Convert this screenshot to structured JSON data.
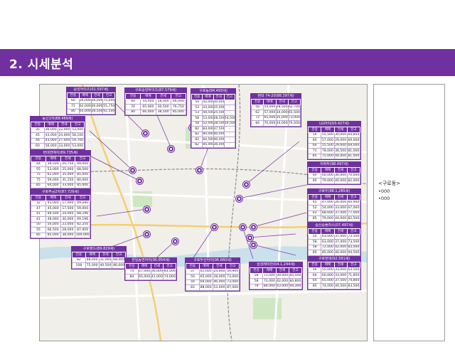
{
  "header": {
    "title": "2. 시세분석",
    "bg": "#7030a0"
  },
  "table_headers": [
    "전용",
    "매매",
    "전세",
    "전고"
  ],
  "colors": {
    "accent": "#7030a0",
    "map_bg": "#f1efe9"
  },
  "callouts": [
    {
      "title": "중앙하이츠(01.597세)",
      "rows": [
        [
          "60",
          "34,000",
          "28,000",
          "75,000"
        ],
        [
          "71",
          "62,000",
          "30,000",
          "55,750"
        ],
        [
          "80",
          "65,000",
          "28,500",
          "92,500"
        ]
      ]
    },
    {
      "title": "구로중앙하이츠(87.579세)",
      "rows": [
        [
          "60",
          "54,000",
          "28,000",
          "66,000"
        ],
        [
          "70",
          "65,000",
          "30,500",
          "76,750"
        ],
        [
          "80",
          "66,000",
          "38,500",
          "85,000"
        ]
      ]
    },
    {
      "title": "구로동(84.493세)",
      "rows": [
        [
          "50",
          "42,000",
          "30,000",
          "-"
        ],
        [
          "53",
          "43,000",
          "25,000",
          "-"
        ],
        [
          "53",
          "44,500",
          "25,500",
          "-"
        ],
        [
          "58",
          "53,000",
          "28,500",
          "54,500"
        ],
        [
          "58",
          "52,000",
          "28,500",
          "54,500"
        ],
        [
          "82",
          "83,000",
          "37,500",
          "-"
        ],
        [
          "82",
          "80,000",
          "40,000",
          "-"
        ],
        [
          "82",
          "84,500",
          "40,000",
          "-"
        ],
        [
          "82",
          "85,000",
          "36,000",
          "-"
        ]
      ]
    },
    {
      "title": "현대 74-20(88.397세)",
      "rows": [
        [
          "56",
          "54,000",
          "28,500",
          "62,700"
        ],
        [
          "62",
          "57,000",
          "34,000",
          "65,500"
        ],
        [
          "72",
          "65,000",
          "35,000",
          "73,000"
        ],
        [
          "84",
          "70,000",
          "34,000",
          "76,500"
        ]
      ]
    },
    {
      "title": "동신1차(88.469세)",
      "rows": [
        [
          "35",
          "36,000",
          "22,000",
          "53,000"
        ],
        [
          "45",
          "43,000",
          "24,000",
          "58,100"
        ],
        [
          "46",
          "43,000",
          "27,000",
          "59,700"
        ],
        [
          "60",
          "56,000",
          "33,000",
          "53,000"
        ]
      ]
    },
    {
      "title": "LG마이(03.427세)",
      "rows": [
        [
          "56",
          "55,500",
          "30,000",
          "64,850"
        ],
        [
          "60",
          "57,000",
          "29,000",
          "69,000"
        ],
        [
          "60",
          "55,500",
          "29,000",
          "69,000"
        ],
        [
          "71",
          "78,000",
          "36,500",
          "81,000"
        ],
        [
          "85",
          "75,000",
          "44,000",
          "81,000"
        ]
      ]
    },
    {
      "title": "현대연예차(89.735세)",
      "rows": [
        [
          "44",
          "39,500",
          "20,750",
          "49,000"
        ],
        [
          "55",
          "53,000",
          "25,000",
          "68,500"
        ],
        [
          "75",
          "62,000",
          "35,000",
          "85,000"
        ],
        [
          "75",
          "59,000",
          "31,250",
          "80,000"
        ],
        [
          "85",
          "64,000",
          "33,000",
          "85,000"
        ]
      ]
    },
    {
      "title": "이화두(98.497세)",
      "rows": [
        [
          "60",
          "60,000",
          "36,000",
          "70,000"
        ],
        [
          "85",
          "79,000",
          "40,000",
          "82,000"
        ]
      ]
    },
    {
      "title": "구로주공2차(87.726세)",
      "rows": [
        [
          "32",
          "41,000",
          "17,000",
          "49,280"
        ],
        [
          "47",
          "45,000",
          "17,500",
          "59,000"
        ],
        [
          "41",
          "49,500",
          "24,000",
          "68,196"
        ],
        [
          "41",
          "48,000",
          "30,000",
          "69,196"
        ],
        [
          "50",
          "54,000",
          "23,000",
          "82,250"
        ],
        [
          "55",
          "66,500",
          "28,000",
          "87,000"
        ],
        [
          "85",
          "85,000",
          "38,000",
          "109,000"
        ]
      ]
    },
    {
      "title": "구로두(98.1,285세)",
      "rows": [
        [
          "45",
          "47,000",
          "26,000",
          "60,900"
        ],
        [
          "52",
          "54,000",
          "33,000",
          "67,000"
        ],
        [
          "63",
          "68,000",
          "37,000",
          "77,000"
        ],
        [
          "85",
          "79,000",
          "44,000",
          "82,500"
        ]
      ]
    },
    {
      "title": "중산중플라스(07.497세)",
      "rows": [
        [
          "50",
          "63,000",
          "37,000",
          "73,500"
        ],
        [
          "58",
          "63,000",
          "37,000",
          "73,500"
        ],
        [
          "58",
          "72,000",
          "42,000",
          "83,000"
        ],
        [
          "85",
          "85,000",
          "46,000",
          "94,500"
        ]
      ]
    },
    {
      "title": "구로랜드(89.829세)",
      "rows": [
        [
          "82",
          "48,000",
          "31,000",
          "68,000"
        ],
        [
          "108",
          "75,000",
          "40,500",
          "86,000"
        ]
      ]
    },
    {
      "title": "한일동연아이(90.854세)",
      "rows": [
        [
          "74",
          "67,000",
          "36,000",
          "83,500"
        ],
        [
          "84",
          "65,000",
          "41,000",
          "74,000"
        ]
      ]
    },
    {
      "title": "구로두산아이(06.660세)",
      "rows": [
        [
          "37",
          "61,000",
          "24,000",
          "59,900"
        ],
        [
          "50",
          "65,000",
          "28,000",
          "73,000"
        ],
        [
          "59",
          "69,000",
          "46,000",
          "73,000"
        ],
        [
          "83",
          "88,000",
          "53,000",
          "87,000"
        ]
      ]
    },
    {
      "title": "삼성래미안(04.1,244세)",
      "rows": [
        [
          "58",
          "71,000",
          "39,000",
          "84,500"
        ],
        [
          "58",
          "72,000",
          "42,000",
          "84,800"
        ],
        [
          "79",
          "84,000",
          "43,000",
          "94,300"
        ]
      ]
    },
    {
      "title": "구로현대(92.591세)",
      "rows": [
        [
          "56",
          "55,000",
          "33,000",
          "63,500"
        ],
        [
          "64",
          "60,000",
          "33,000",
          "71,850"
        ],
        [
          "64",
          "65,000",
          "37,500",
          "74,800"
        ],
        [
          "85",
          "74,000",
          "40,500",
          "83,500"
        ]
      ]
    }
  ],
  "side_panel": {
    "title": "<구로동>",
    "items": [
      "•000",
      "•000"
    ]
  }
}
